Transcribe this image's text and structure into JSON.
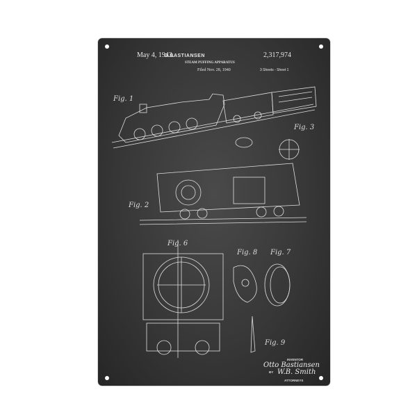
{
  "header": {
    "date": "May 4, 1943.",
    "inventor": "O.BASTIANSEN",
    "patent_number": "2,317,974",
    "title": "STEAM PUFFING APPARATUS",
    "filed": "Filed Nov. 28, 1940",
    "sheets": "3 Sheets - Sheet 1"
  },
  "figures": {
    "fig1": "Fig. 1",
    "fig2": "Fig. 2",
    "fig3": "Fig. 3",
    "fig6": "Fig. 6",
    "fig7": "Fig. 7",
    "fig8": "Fig. 8",
    "fig9": "Fig. 9"
  },
  "signature": {
    "inventor_label": "INVENTOR",
    "inventor_signature": "Otto Bastiansen",
    "by_label": "BY",
    "attorney_signature": "W.B. Smith",
    "attorneys_label": "ATTORNEYS"
  },
  "colors": {
    "background": "#ffffff",
    "board": "#383838",
    "ink": "#e8e8e8"
  }
}
